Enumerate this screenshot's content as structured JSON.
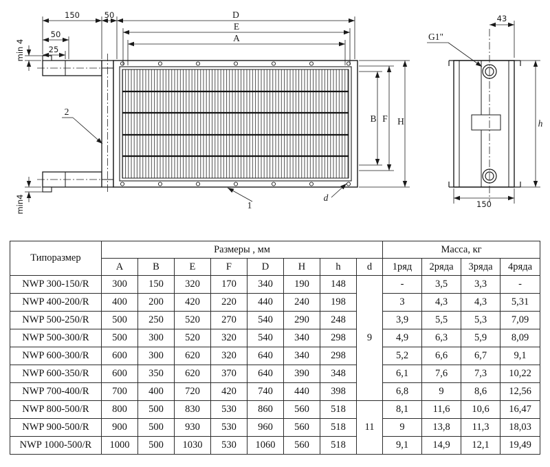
{
  "drawing": {
    "top150": "150",
    "top50": "50",
    "D": "D",
    "E": "E",
    "A": "A",
    "min4_top": "min 4",
    "left50": "50",
    "left25": "25",
    "min4_bot": "min4",
    "B": "B",
    "F": "F",
    "H": "H",
    "pos1": "1",
    "pos2": "2",
    "d_label": "d",
    "g1": "G1\"",
    "d43": "43",
    "h": "h",
    "side150": "150"
  },
  "table": {
    "header": {
      "type": "Типоразмер",
      "dims_group": "Размеры , мм",
      "mass_group": "Масса, кг",
      "dim_cols": [
        "A",
        "B",
        "E",
        "F",
        "D",
        "H",
        "h",
        "d"
      ],
      "mass_cols": [
        "1ряд",
        "2ряда",
        "3ряда",
        "4ряда"
      ]
    },
    "d_groups": [
      {
        "value": "9",
        "rows": 7
      },
      {
        "value": "11",
        "rows": 3
      }
    ],
    "rows": [
      {
        "name": "NWP 300-150/R",
        "A": "300",
        "B": "150",
        "E": "320",
        "F": "170",
        "D": "340",
        "H": "190",
        "h": "148",
        "m1": "-",
        "m2": "3,5",
        "m3": "3,3",
        "m4": "-"
      },
      {
        "name": "NWP 400-200/R",
        "A": "400",
        "B": "200",
        "E": "420",
        "F": "220",
        "D": "440",
        "H": "240",
        "h": "198",
        "m1": "3",
        "m2": "4,3",
        "m3": "4,3",
        "m4": "5,31"
      },
      {
        "name": "NWP 500-250/R",
        "A": "500",
        "B": "250",
        "E": "520",
        "F": "270",
        "D": "540",
        "H": "290",
        "h": "248",
        "m1": "3,9",
        "m2": "5,5",
        "m3": "5,3",
        "m4": "7,09"
      },
      {
        "name": "NWP 500-300/R",
        "A": "500",
        "B": "300",
        "E": "520",
        "F": "320",
        "D": "540",
        "H": "340",
        "h": "298",
        "m1": "4,9",
        "m2": "6,3",
        "m3": "5,9",
        "m4": "8,09"
      },
      {
        "name": "NWP 600-300/R",
        "A": "600",
        "B": "300",
        "E": "620",
        "F": "320",
        "D": "640",
        "H": "340",
        "h": "298",
        "m1": "5,2",
        "m2": "6,6",
        "m3": "6,7",
        "m4": "9,1"
      },
      {
        "name": "NWP 600-350/R",
        "A": "600",
        "B": "350",
        "E": "620",
        "F": "370",
        "D": "640",
        "H": "390",
        "h": "348",
        "m1": "6,1",
        "m2": "7,6",
        "m3": "7,3",
        "m4": "10,22"
      },
      {
        "name": "NWP 700-400/R",
        "A": "700",
        "B": "400",
        "E": "720",
        "F": "420",
        "D": "740",
        "H": "440",
        "h": "398",
        "m1": "6,8",
        "m2": "9",
        "m3": "8,6",
        "m4": "12,56"
      },
      {
        "name": "NWP 800-500/R",
        "A": "800",
        "B": "500",
        "E": "830",
        "F": "530",
        "D": "860",
        "H": "560",
        "h": "518",
        "m1": "8,1",
        "m2": "11,6",
        "m3": "10,6",
        "m4": "16,47"
      },
      {
        "name": "NWP 900-500/R",
        "A": "900",
        "B": "500",
        "E": "930",
        "F": "530",
        "D": "960",
        "H": "560",
        "h": "518",
        "m1": "9",
        "m2": "13,8",
        "m3": "11,3",
        "m4": "18,03"
      },
      {
        "name": "NWP 1000-500/R",
        "A": "1000",
        "B": "500",
        "E": "1030",
        "F": "530",
        "D": "1060",
        "H": "560",
        "h": "518",
        "m1": "9,1",
        "m2": "14,9",
        "m3": "12,1",
        "m4": "19,49"
      }
    ]
  }
}
